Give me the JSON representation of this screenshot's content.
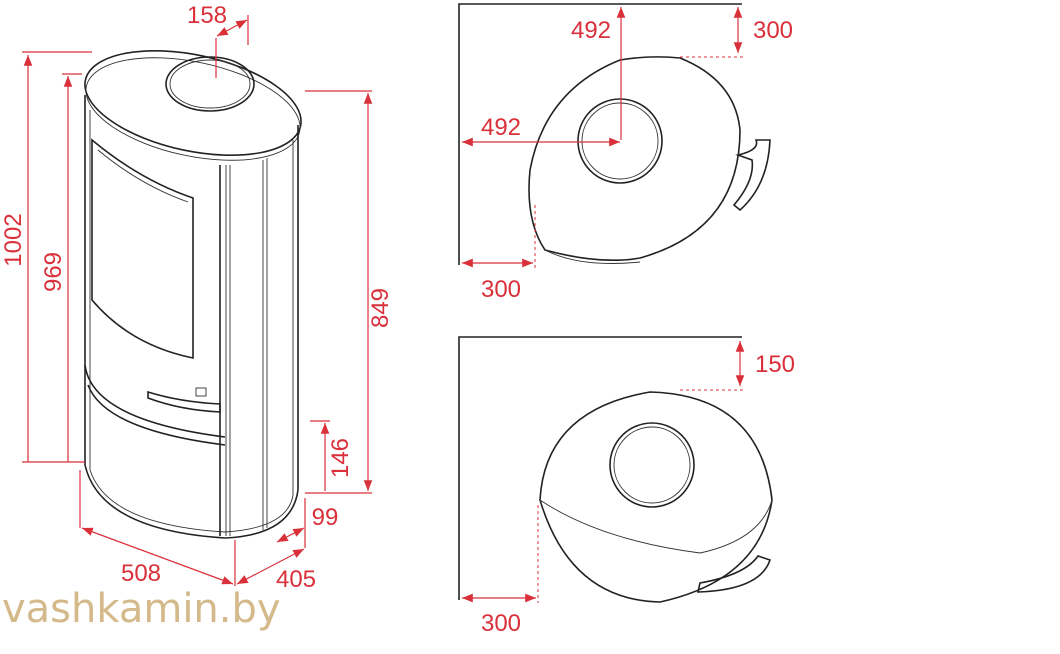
{
  "colors": {
    "dimension": "#d9303a",
    "outline": "#222222",
    "watermark": "#d4b98a"
  },
  "front_view": {
    "dims": {
      "flue_offset": "158",
      "total_height": "1002",
      "top_height": "969",
      "flue_height": "849",
      "air_inlet_height": "146",
      "air_inlet_offset": "99",
      "width": "508",
      "depth": "405"
    }
  },
  "plan_corner": {
    "dims": {
      "flue_from_wall_y": "492",
      "clearance_back": "300",
      "flue_from_wall_x": "492",
      "clearance_side": "300"
    }
  },
  "plan_wall": {
    "dims": {
      "clearance_back": "150",
      "clearance_side": "300"
    }
  },
  "watermark": "vashkamin.by"
}
